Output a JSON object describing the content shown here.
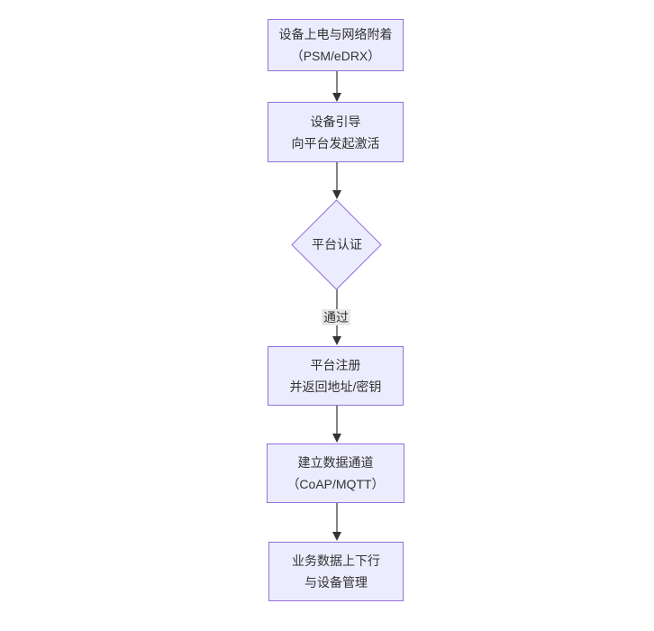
{
  "diagram": {
    "type": "flowchart",
    "direction": "top-down",
    "nodes": [
      {
        "id": "A",
        "shape": "rectangle",
        "lines": [
          "设备上电与网络附着",
          "（PSM/eDRX）"
        ]
      },
      {
        "id": "B",
        "shape": "rectangle",
        "lines": [
          "设备引导",
          "向平台发起激活"
        ]
      },
      {
        "id": "C",
        "shape": "diamond",
        "lines": [
          "平台认证"
        ]
      },
      {
        "id": "D",
        "shape": "rectangle",
        "lines": [
          "平台注册",
          "并返回地址/密钥"
        ]
      },
      {
        "id": "E",
        "shape": "rectangle",
        "lines": [
          "建立数据通道",
          "（CoAP/MQTT）"
        ]
      },
      {
        "id": "F",
        "shape": "rectangle",
        "lines": [
          "业务数据上下行",
          "与设备管理"
        ]
      }
    ],
    "edges": [
      {
        "from": "A",
        "to": "B"
      },
      {
        "from": "B",
        "to": "C"
      },
      {
        "from": "C",
        "to": "D",
        "label": "通过"
      },
      {
        "from": "D",
        "to": "E"
      },
      {
        "from": "E",
        "to": "F"
      }
    ]
  },
  "theme": {
    "background": "#ffffff",
    "node_fill": "#ececff",
    "node_border": "#9370db",
    "text_color": "#333333",
    "edge_color": "#333333",
    "edge_label_bg": "#e8e8e8"
  }
}
